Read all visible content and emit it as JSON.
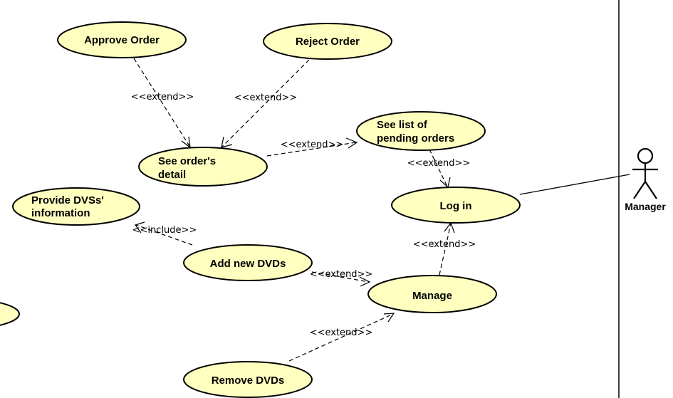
{
  "use_cases": {
    "approve_order": "Approve Order",
    "reject_order": "Reject Order",
    "see_pending_line1": "See list of",
    "see_pending_line2": "pending orders",
    "see_detail_line1": "See order's",
    "see_detail_line2": "detail",
    "provide_info_line1": "Provide DVSs'",
    "provide_info_line2": "information",
    "log_in": "Log in",
    "add_dvds": "Add new DVDs",
    "manage": "Manage",
    "remove_dvds": "Remove DVDs"
  },
  "actor": {
    "name": "Manager"
  },
  "relations": {
    "approve_to_detail": "<<extend>>",
    "reject_to_detail": "<<extend>>",
    "detail_to_pending": "<<extend>>",
    "pending_to_login": "<<extend>>",
    "add_to_provide": "<<include>>",
    "add_to_manage": "<<extend>>",
    "manage_to_login": "<<extend>>",
    "remove_to_manage": "<<extend>>"
  }
}
